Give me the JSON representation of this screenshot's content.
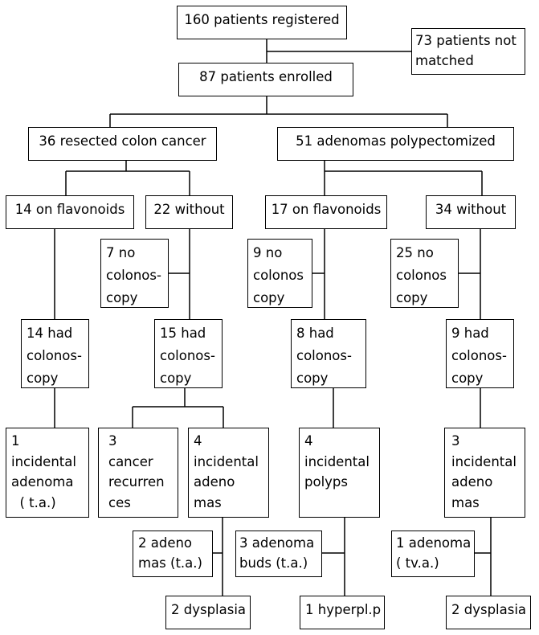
{
  "diagram": {
    "line_color": "#000000",
    "nodes": {
      "registered": {
        "lines": [
          "160 patients registered"
        ]
      },
      "not_matched": {
        "lines": [
          "73 patients not",
          "matched"
        ]
      },
      "enrolled": {
        "lines": [
          "87 patients enrolled"
        ]
      },
      "colon_cancer": {
        "lines": [
          "36 resected colon cancer"
        ]
      },
      "adenomas": {
        "lines": [
          "51 adenomas polypectomized"
        ]
      },
      "cc_flav": {
        "lines": [
          "14 on flavonoids"
        ]
      },
      "cc_without": {
        "lines": [
          "22 without"
        ]
      },
      "ad_flav": {
        "lines": [
          "17 on flavonoids"
        ]
      },
      "ad_without": {
        "lines": [
          "34 without"
        ]
      },
      "cc_without_nocol": {
        "lines": [
          "7 no",
          "colonos-",
          "copy"
        ]
      },
      "ad_flav_nocol": {
        "lines": [
          "9 no",
          "colonos",
          "copy"
        ]
      },
      "ad_without_nocol": {
        "lines": [
          "25 no",
          "colonos",
          "copy"
        ]
      },
      "cc_flav_col": {
        "lines": [
          "14 had",
          "colonos-",
          "copy"
        ]
      },
      "cc_without_col": {
        "lines": [
          "15 had",
          "colonos-",
          "copy"
        ]
      },
      "ad_flav_col": {
        "lines": [
          "8 had",
          "colonos-",
          "copy"
        ]
      },
      "ad_without_col": {
        "lines": [
          "9 had",
          "colonos-",
          "copy"
        ]
      },
      "cc_flav_adenoma": {
        "lines": [
          "1",
          "incidental",
          "adenoma",
          "  ( t.a.)"
        ]
      },
      "cc_recurrence": {
        "lines": [
          "3",
          "cancer",
          "recurren",
          "ces"
        ]
      },
      "cc_incidental": {
        "lines": [
          "4",
          "incidental",
          "adeno",
          "mas"
        ]
      },
      "ad_flav_polyps": {
        "lines": [
          "4",
          "incidental",
          "polyps"
        ]
      },
      "ad_without_adenomas": {
        "lines": [
          "3",
          "incidental",
          "adeno",
          "mas"
        ]
      },
      "cc_ta": {
        "lines": [
          "2 adeno",
          "mas (t.a.)"
        ]
      },
      "ad_buds": {
        "lines": [
          "3 adenoma",
          "buds (t.a.)"
        ]
      },
      "ad_tva": {
        "lines": [
          "1 adenoma",
          "( tv.a.)"
        ]
      },
      "cc_dysplasia": {
        "lines": [
          "2 dysplasia"
        ]
      },
      "ad_hyperpl": {
        "lines": [
          "1 hyperpl.p"
        ]
      },
      "ad_dysplasia": {
        "lines": [
          "2 dysplasia"
        ]
      }
    }
  }
}
